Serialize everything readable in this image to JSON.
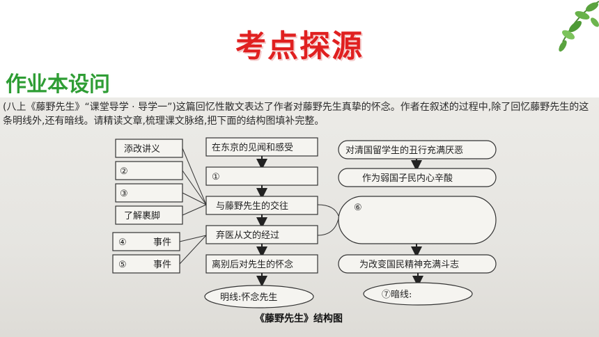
{
  "slide": {
    "title": "考点探源",
    "section": "作业本设问"
  },
  "instruction": "(八上《藤野先生》“课堂导学 · 导学一”)这篇回忆性散文表达了作者对藤野先生真挚的怀念。作者在叙述的过程中,除了回忆藤野先生的这条明线外,还有暗线。请精读文章,梳理课文脉络,把下面的结构图填补完整。",
  "diagram": {
    "left_items": [
      "添改讲义",
      "②",
      "③",
      "了解裹脚",
      "④",
      "⑤"
    ],
    "left_suffix": [
      "",
      "",
      "",
      "",
      "事件",
      "事件"
    ],
    "center_items": [
      "在东京的见闻和感受",
      "①",
      "与藤野先生的交往",
      "弃医从文的经过",
      "离别后对先生的怀念"
    ],
    "center_end": "明线:怀念先生",
    "right_items": [
      "对清国留学生的丑行充满厌恶",
      "作为弱国子民内心辛酸",
      "⑥",
      "为改变国民精神充满斗志"
    ],
    "right_end": "⑦暗线:",
    "caption": "《藤野先生》结构图"
  }
}
